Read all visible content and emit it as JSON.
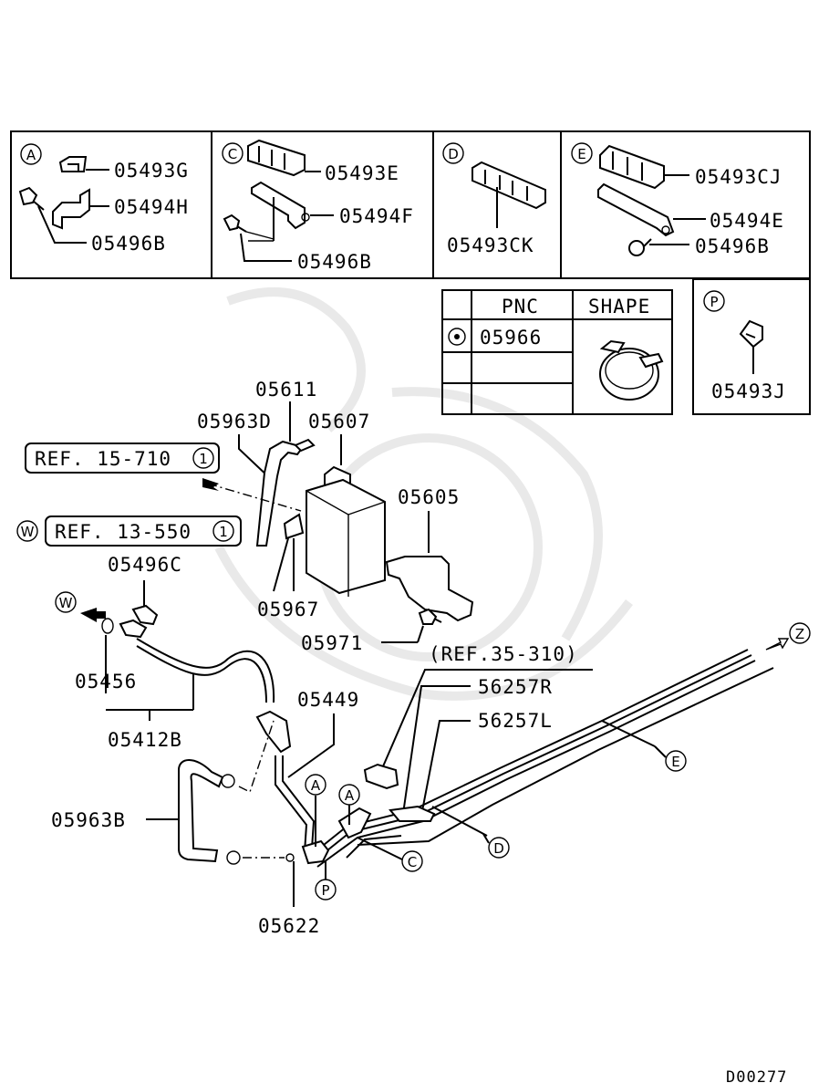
{
  "table": {
    "sections": [
      {
        "letter": "A",
        "parts": [
          "05493G",
          "05494H",
          "05496B"
        ]
      },
      {
        "letter": "C",
        "parts": [
          "05493E",
          "05494F",
          "05496B"
        ]
      },
      {
        "letter": "D",
        "parts": [
          "05493CK"
        ]
      },
      {
        "letter": "E",
        "parts": [
          "05493CJ",
          "05494E",
          "05496B"
        ]
      }
    ],
    "pnc_header": "PNC",
    "shape_header": "SHAPE",
    "pnc_row": "05966",
    "p_section": {
      "letter": "P",
      "part": "05493J"
    }
  },
  "diagram": {
    "refs": {
      "ref1": "REF. 15-710",
      "ref1_num": "1",
      "ref2": "REF. 13-550",
      "ref2_num": "1",
      "ref2_marker": "W",
      "ref3": "(REF.35-310)"
    },
    "parts": {
      "p05611": "05611",
      "p05963D": "05963D",
      "p05607": "05607",
      "p05605": "05605",
      "p05496C": "05496C",
      "p05967": "05967",
      "p05971": "05971",
      "p05456": "05456",
      "p05412B": "05412B",
      "p05449": "05449",
      "p56257R": "56257R",
      "p56257L": "56257L",
      "p05963B": "05963B",
      "p05622": "05622"
    },
    "callouts": {
      "w": "W",
      "z": "Z",
      "e": "E",
      "d": "D",
      "c": "C",
      "a1": "A",
      "a2": "A",
      "p": "P"
    }
  },
  "footer_code": "D00277"
}
